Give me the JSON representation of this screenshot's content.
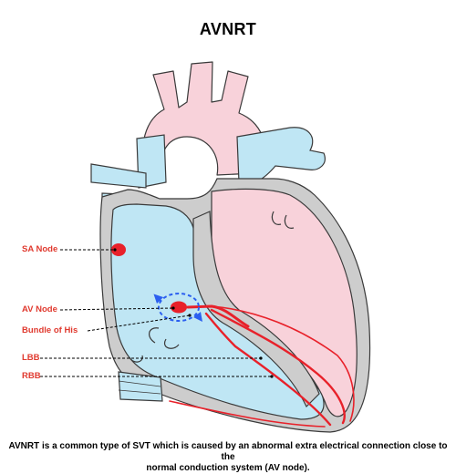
{
  "title": "AVNRT",
  "labels": {
    "sa_node": "SA Node",
    "av_node": "AV Node",
    "bundle_of_his": "Bundle of His",
    "lbb": "LBB",
    "rbb": "RBB"
  },
  "caption": {
    "line1": "AVNRT is a common type of SVT which is caused by an abnormal extra electrical connection close to the",
    "line2": "normal conduction system (AV node)."
  },
  "colors": {
    "label_red": "#e03a2f",
    "conduction_red": "#e8212a",
    "reentry_blue": "#2b5ff0",
    "heart_pink": "#f8d2da",
    "heart_blue": "#bfe6f4",
    "wall_gray": "#cdcdcd",
    "outline": "#3a3a3a"
  }
}
